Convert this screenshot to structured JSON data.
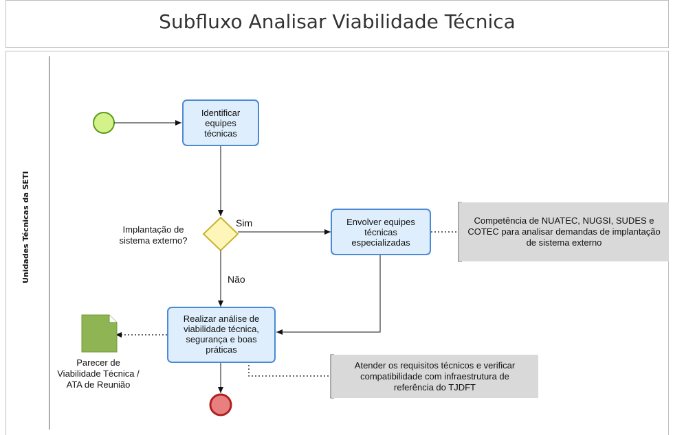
{
  "title": "Subfluxo Analisar Viabilidade Técnica",
  "lane": {
    "label": "Unidades Técnicas da SETI"
  },
  "tasks": {
    "identify": "Identificar equipes técnicas",
    "involve": "Envolver equipes técnicas especializadas",
    "analyze": "Realizar análise de viabilidade técnica, segurança e boas práticas"
  },
  "gateway": {
    "question": "Implantação de sistema externo?",
    "yes": "Sim",
    "no": "Não"
  },
  "annotations": {
    "competence": "Competência de NUATEC, NUGSI, SUDES e COTEC para analisar demandas de implantação de sistema externo",
    "requirements": "Atender os requisitos técnicos e verificar compatibilidade com infraestrutura de referência do TJDFT"
  },
  "document": {
    "label": "Parecer de Viabilidade Técnica / ATA de Reunião"
  },
  "colors": {
    "start_fill": "#d4f28a",
    "start_stroke": "#5a9a1a",
    "end_fill": "#e88080",
    "end_stroke": "#b02020",
    "gateway_fill": "#fdf6b8",
    "gateway_stroke": "#c8b230",
    "task_fill": "#dfeefc",
    "task_stroke": "#4a8ad4",
    "annotation_fill": "#d9d9d9",
    "document_fill": "#8eb454"
  }
}
